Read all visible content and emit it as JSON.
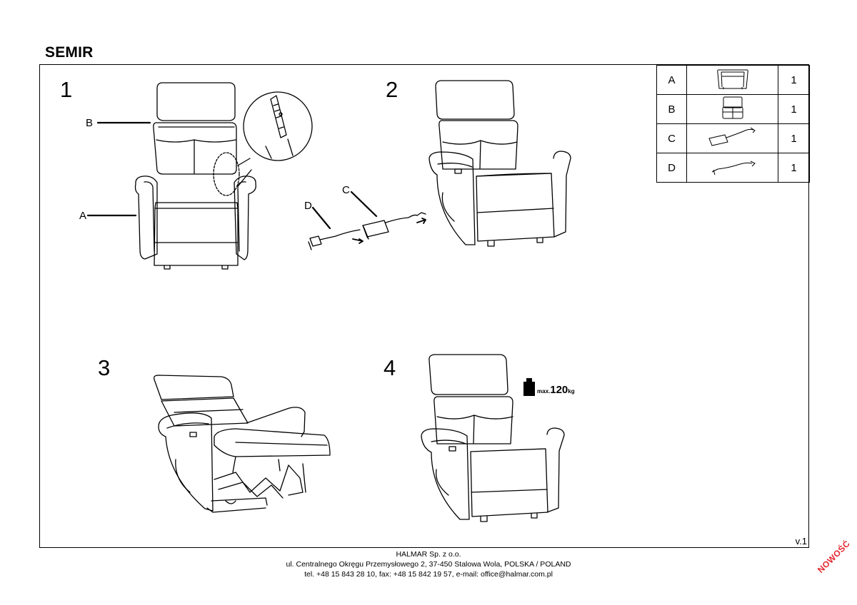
{
  "title": "SEMIR",
  "steps": [
    "1",
    "2",
    "3",
    "4"
  ],
  "labels": {
    "a": "A",
    "b": "B",
    "c": "C",
    "d": "D"
  },
  "weight": {
    "prefix": "max.",
    "value": "120",
    "unit": "kg"
  },
  "parts": [
    {
      "letter": "A",
      "qty": "1",
      "icon": "armchair-base-icon"
    },
    {
      "letter": "B",
      "qty": "1",
      "icon": "backrest-icon"
    },
    {
      "letter": "C",
      "qty": "1",
      "icon": "power-adapter-icon"
    },
    {
      "letter": "D",
      "qty": "1",
      "icon": "power-cable-icon"
    }
  ],
  "version": "v.1",
  "footer": {
    "line1": "HALMAR Sp. z o.o.",
    "line2": "ul. Centralnego Okręgu Przemysłowego 2, 37-450 Stalowa Wola, POLSKA / POLAND",
    "line3": "tel. +48 15 843 28 10, fax: +48 15 842 19 57, e-mail: office@halmar.com.pl"
  },
  "stamp": "NOWOŚĆ",
  "colors": {
    "stamp": "#e3262f",
    "line": "#000000"
  }
}
